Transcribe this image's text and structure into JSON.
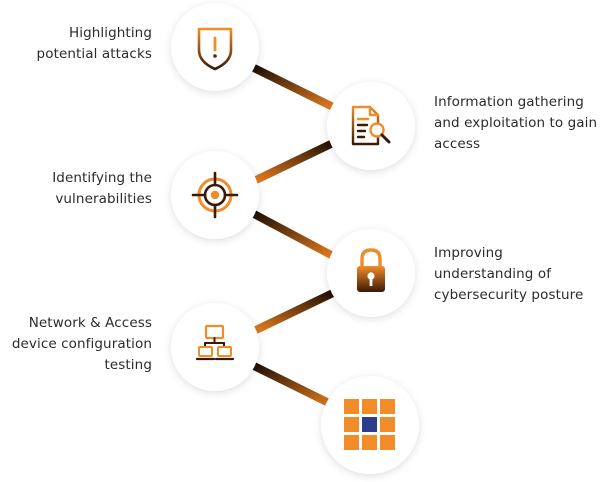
{
  "steps": [
    {
      "label": "Highlighting\npotential attacks",
      "icon": "shield-alert-icon"
    },
    {
      "label": "Information gathering\nand exploitation to gain\naccess",
      "icon": "document-search-icon"
    },
    {
      "label": "Identifying the\nvulnerabilities",
      "icon": "target-crosshair-icon"
    },
    {
      "label": "Improving\nunderstanding of\ncybersecurity posture",
      "icon": "padlock-icon"
    },
    {
      "label": "Network & Access\ndevice configuration\ntesting",
      "icon": "network-devices-icon"
    },
    {
      "label": "",
      "icon": "grid-logo-icon"
    }
  ],
  "colors": {
    "orange": "#F28C28",
    "dark": "#2a1508",
    "navy": "#2E3E8C",
    "shadow": "#d9d9d9"
  }
}
